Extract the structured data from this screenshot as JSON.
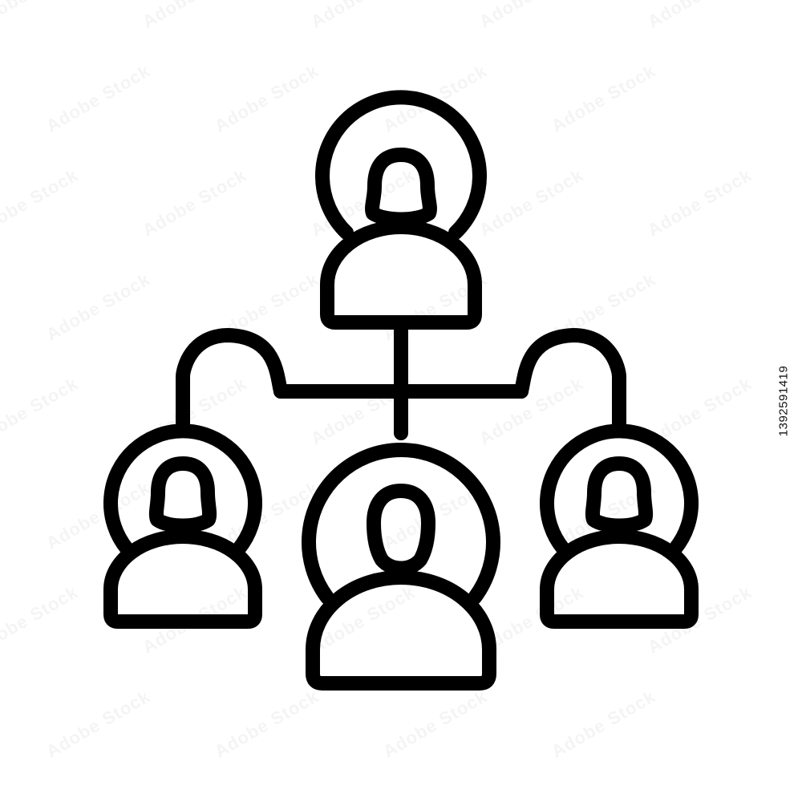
{
  "icon": {
    "name": "team-hierarchy-icon",
    "stroke_color": "#000000",
    "background_color": "#ffffff",
    "nodes": [
      "top-person-node",
      "left-person-node",
      "center-person-node",
      "right-person-node"
    ]
  },
  "stock_id": "1392591419",
  "watermark": {
    "text": "Adobe Stock",
    "color": "#000000"
  }
}
